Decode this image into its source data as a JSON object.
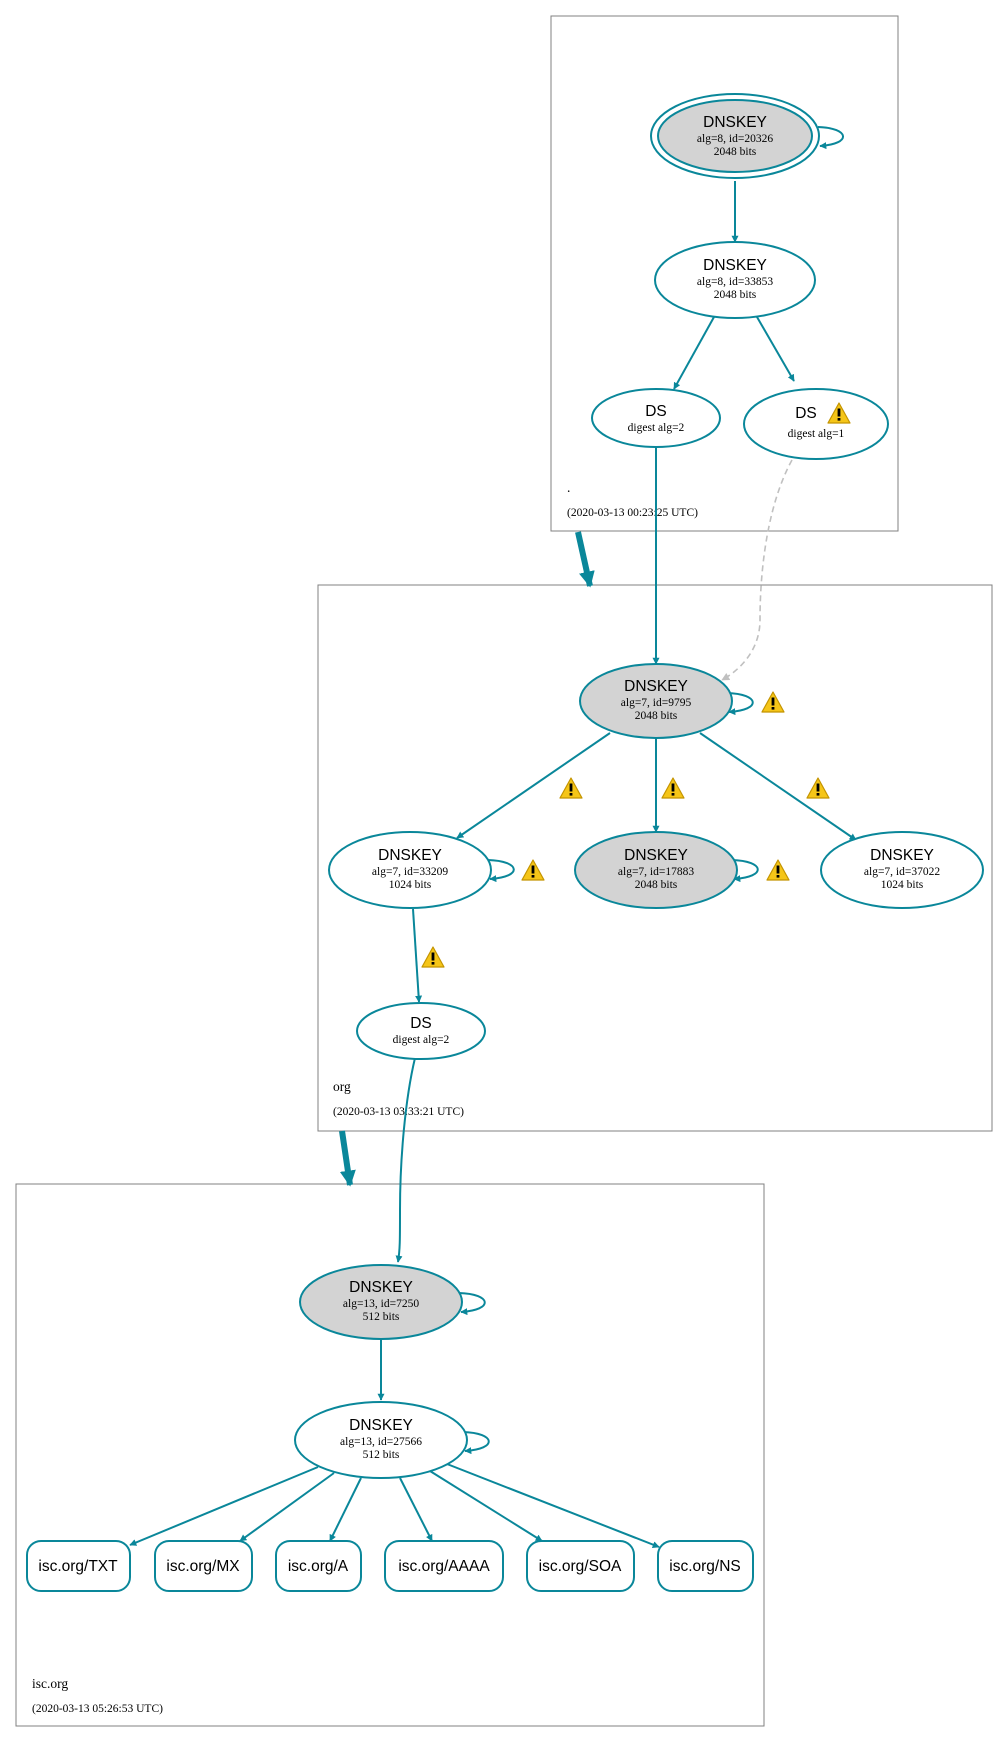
{
  "colors": {
    "edge": "#0a879a",
    "node_stroke": "#0a879a",
    "ksk_fill": "#d3d3d3",
    "zone_border": "#808080",
    "insecure_edge": "#c0c0c0",
    "warning_fill": "#f5c518"
  },
  "zones": [
    {
      "name": ".",
      "timestamp": "(2020-03-13 00:23:25 UTC)",
      "nodes": [
        {
          "type": "DNSKEY",
          "line1": "alg=8, id=20326",
          "line2": "2048 bits",
          "trust_anchor": true,
          "ksk": true
        },
        {
          "type": "DNSKEY",
          "line1": "alg=8, id=33853",
          "line2": "2048 bits"
        },
        {
          "type": "DS",
          "line1": "digest alg=2"
        },
        {
          "type": "DS",
          "line1": "digest alg=1",
          "warning": true
        }
      ]
    },
    {
      "name": "org",
      "timestamp": "(2020-03-13 03:33:21 UTC)",
      "nodes": [
        {
          "type": "DNSKEY",
          "line1": "alg=7, id=9795",
          "line2": "2048 bits",
          "ksk": true,
          "warning": true
        },
        {
          "type": "DNSKEY",
          "line1": "alg=7, id=33209",
          "line2": "1024 bits",
          "warning": true
        },
        {
          "type": "DNSKEY",
          "line1": "alg=7, id=17883",
          "line2": "2048 bits",
          "ksk": true,
          "warning": true
        },
        {
          "type": "DNSKEY",
          "line1": "alg=7, id=37022",
          "line2": "1024 bits"
        },
        {
          "type": "DS",
          "line1": "digest alg=2"
        }
      ]
    },
    {
      "name": "isc.org",
      "timestamp": "(2020-03-13 05:26:53 UTC)",
      "nodes": [
        {
          "type": "DNSKEY",
          "line1": "alg=13, id=7250",
          "line2": "512 bits",
          "ksk": true
        },
        {
          "type": "DNSKEY",
          "line1": "alg=13, id=27566",
          "line2": "512 bits"
        }
      ],
      "rrsets": [
        "isc.org/TXT",
        "isc.org/MX",
        "isc.org/A",
        "isc.org/AAAA",
        "isc.org/SOA",
        "isc.org/NS"
      ]
    }
  ],
  "edges": [
    {
      "from": "root-ksk-20326",
      "to": "root-zsk-33853",
      "kind": "signs"
    },
    {
      "from": "root-zsk-33853",
      "to": "root-ds-alg2",
      "kind": "signs"
    },
    {
      "from": "root-zsk-33853",
      "to": "root-ds-alg1",
      "kind": "signs"
    },
    {
      "from": "root-ds-alg2",
      "to": "org-ksk-9795",
      "kind": "ds-match"
    },
    {
      "from": "root-ds-alg1",
      "to": "org-ksk-9795",
      "kind": "insecure"
    },
    {
      "from": "org-ksk-9795",
      "to": "org-dnskey-33209",
      "kind": "signs",
      "warning": true
    },
    {
      "from": "org-ksk-9795",
      "to": "org-ksk-17883",
      "kind": "signs",
      "warning": true
    },
    {
      "from": "org-ksk-9795",
      "to": "org-dnskey-37022",
      "kind": "signs",
      "warning": true
    },
    {
      "from": "org-dnskey-33209",
      "to": "org-ds-alg2",
      "kind": "signs",
      "warning": true
    },
    {
      "from": "org-ds-alg2",
      "to": "isc-ksk-7250",
      "kind": "ds-match"
    },
    {
      "from": "isc-ksk-7250",
      "to": "isc-zsk-27566",
      "kind": "signs"
    },
    {
      "from": "isc-zsk-27566",
      "to": "isc.org/TXT",
      "kind": "signs"
    },
    {
      "from": "isc-zsk-27566",
      "to": "isc.org/MX",
      "kind": "signs"
    },
    {
      "from": "isc-zsk-27566",
      "to": "isc.org/A",
      "kind": "signs"
    },
    {
      "from": "isc-zsk-27566",
      "to": "isc.org/AAAA",
      "kind": "signs"
    },
    {
      "from": "isc-zsk-27566",
      "to": "isc.org/SOA",
      "kind": "signs"
    },
    {
      "from": "isc-zsk-27566",
      "to": "isc.org/NS",
      "kind": "signs"
    }
  ]
}
